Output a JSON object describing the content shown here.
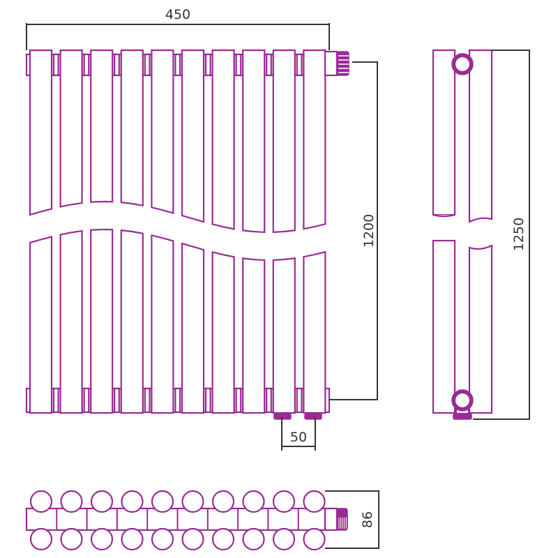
{
  "drawing": {
    "title": "Radiator dimension drawing",
    "colors": {
      "outline": "#9a2a95",
      "dimension": "#333333"
    },
    "sections_count": 10,
    "dimensions": {
      "width": "450",
      "center_distance": "1200",
      "connection_spacing": "50",
      "height": "1250",
      "depth": "86"
    }
  }
}
